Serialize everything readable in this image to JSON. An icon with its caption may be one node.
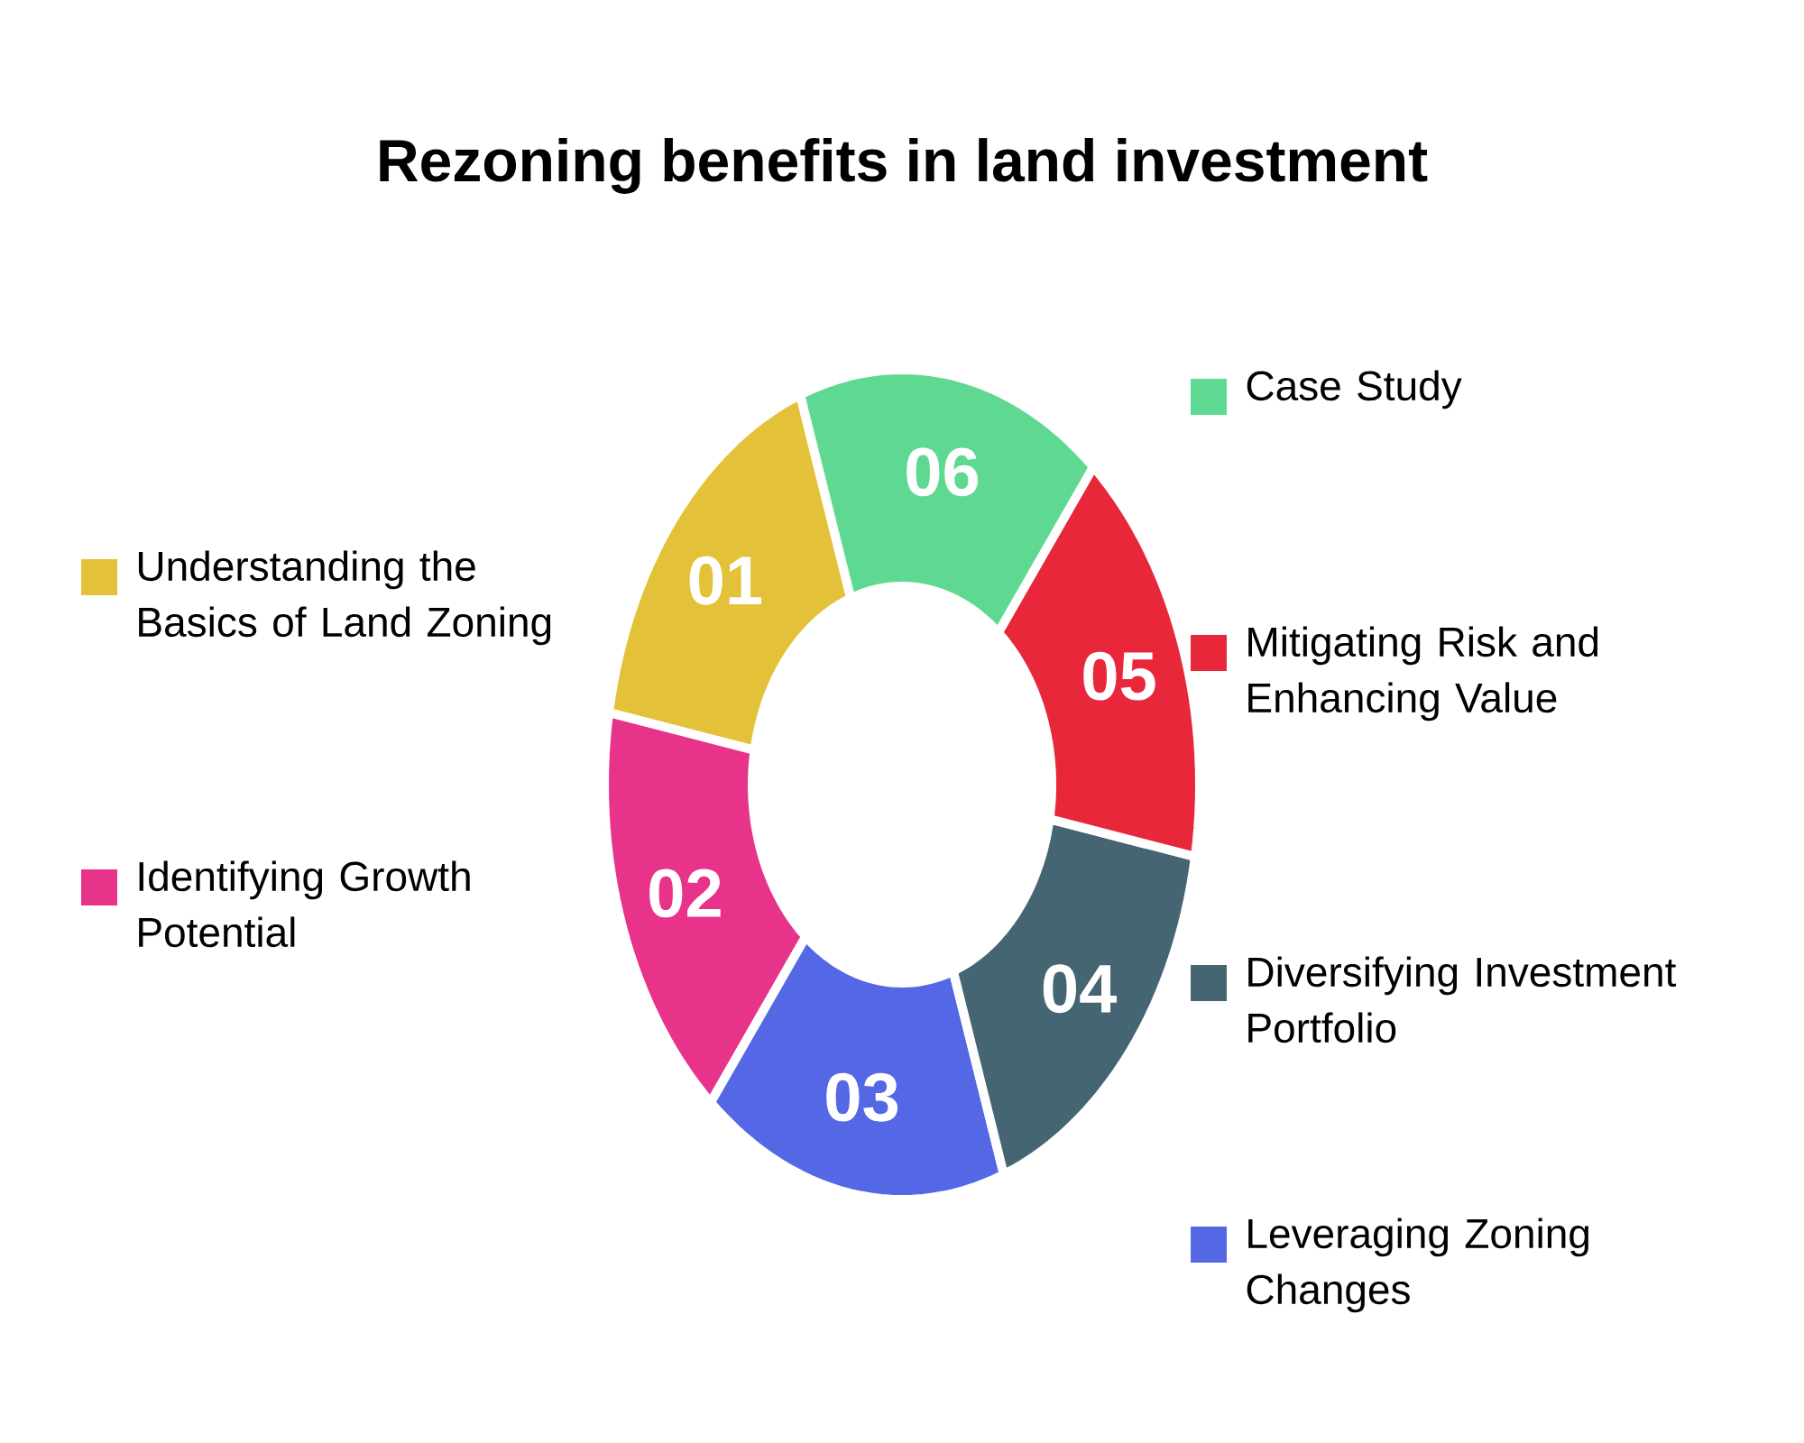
{
  "diagram": {
    "title": "Rezoning benefits in land investment",
    "nodes": [
      {
        "text": [
          "01"
        ]
      },
      {
        "text": [
          "02"
        ]
      },
      {
        "text": [
          "03"
        ]
      },
      {
        "text": [
          "04"
        ]
      },
      {
        "text": [
          "05"
        ]
      },
      {
        "text": [
          "06"
        ]
      }
    ],
    "legend": [
      {
        "text": "Case Study",
        "color": "#5fd992"
      },
      {
        "text": "Understanding the Basics of Land Zoning",
        "color": "#e3c23a"
      },
      {
        "text": "Mitigating Risk and Enhancing Value",
        "color": "#e8283a"
      },
      {
        "text": "Identifying Growth Potential",
        "color": "#e8338a"
      },
      {
        "text": "Diversifying Investment Portfolio",
        "color": "#466572"
      },
      {
        "text": "Leveraging Zoning Changes",
        "color": "#5468e6"
      }
    ]
  }
}
